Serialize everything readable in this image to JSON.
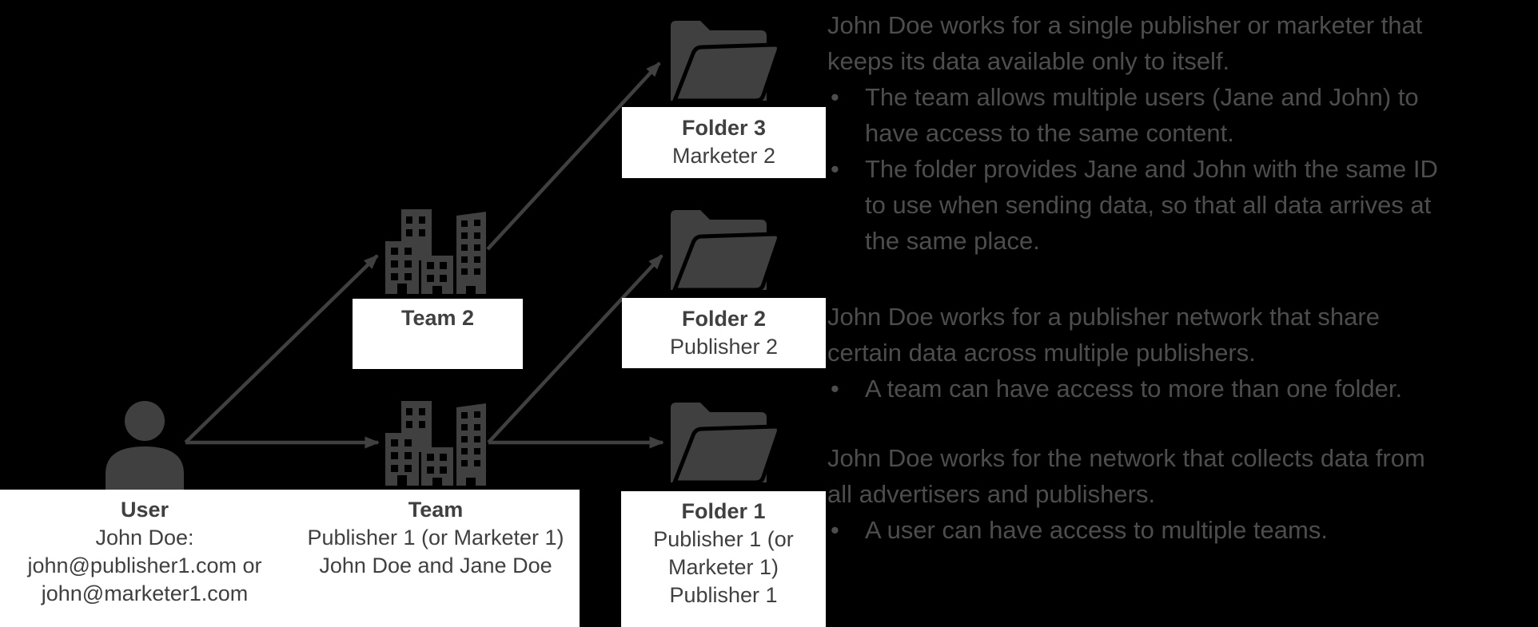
{
  "colors": {
    "background": "#000000",
    "shape": "#404040",
    "box-bg": "#ffffff",
    "box-text": "#404040",
    "annotation-text": "#4d4d4d"
  },
  "icons": {
    "user": "person-icon",
    "team1": "buildings-icon",
    "team2": "buildings-icon",
    "folder1": "folder-icon",
    "folder2": "folder-icon",
    "folder3": "folder-icon"
  },
  "labels": {
    "user": {
      "title": "User",
      "lines": [
        "John Doe:",
        "john@publisher1.com or",
        "john@marketer1.com"
      ]
    },
    "team1": {
      "title": "Team",
      "lines": [
        "Publisher 1 (or Marketer 1)",
        "John Doe and Jane Doe"
      ]
    },
    "team2": {
      "title": "Team 2"
    },
    "folder3": {
      "title": "Folder 3",
      "lines": [
        "Marketer 2"
      ]
    },
    "folder2": {
      "title": "Folder 2",
      "lines": [
        "Publisher 2"
      ]
    },
    "folder1": {
      "title": "Folder 1",
      "lines": [
        "Publisher 1 (or",
        "Marketer 1)",
        "Publisher 1"
      ]
    }
  },
  "annotations": {
    "bullet_char": "•",
    "sections": [
      {
        "intro_lines": [
          "John Doe works for a single publisher or marketer that",
          "keeps its data available only to itself."
        ],
        "bullets": [
          {
            "lines": [
              "The team allows multiple users (Jane and John) to",
              "have access to the same content."
            ]
          },
          {
            "lines": [
              "The folder provides Jane and John with the same ID",
              "to use when sending data, so that all data arrives at",
              "the same place."
            ]
          }
        ]
      },
      {
        "intro_lines": [
          "John Doe works for a publisher network that share",
          "certain data across multiple publishers."
        ],
        "bullets": [
          {
            "lines": [
              "A team can have access to more than one folder."
            ]
          }
        ]
      },
      {
        "intro_lines": [
          "John Doe works for the network that collects data from",
          "all advertisers and publishers."
        ],
        "bullets": [
          {
            "lines": [
              "A user can have access to multiple teams."
            ]
          }
        ]
      }
    ]
  }
}
